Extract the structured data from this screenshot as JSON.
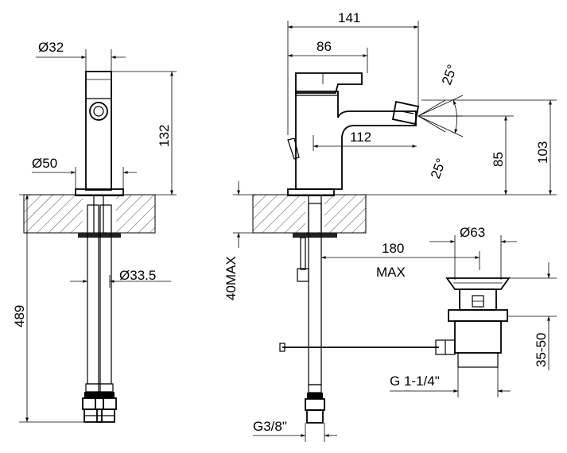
{
  "front_view": {
    "dia_spout": "32",
    "height_body": "132",
    "dia_base": "50",
    "dia_shank": "33.5",
    "hose_length": "489"
  },
  "side_view": {
    "overall_depth": "141",
    "lever_depth": "86",
    "angle_up": "25°",
    "angle_down": "25°",
    "spout_reach": "112",
    "spout_height": "85",
    "total_height": "103",
    "deck_thickness": "40MAX",
    "dia_waste": "63",
    "rod_length": "180",
    "rod_max": "MAX",
    "waste_range": "35-50",
    "waste_thread": "G 1-1/4\"",
    "supply_thread": "G3/8\""
  }
}
